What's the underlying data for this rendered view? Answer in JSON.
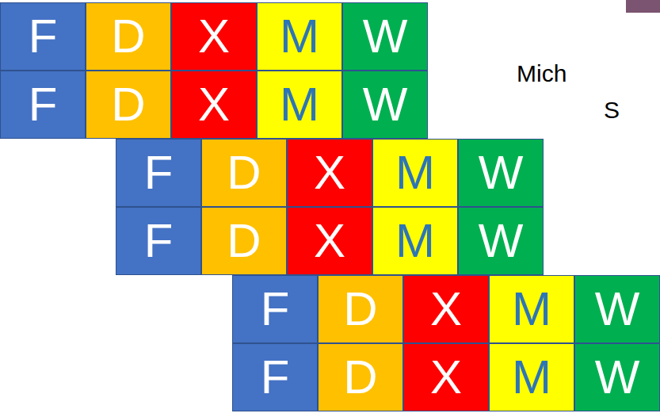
{
  "diagram": {
    "nodes": [
      {
        "text": [
          "F"
        ]
      },
      {
        "text": [
          "D"
        ]
      },
      {
        "text": [
          "X"
        ]
      },
      {
        "text": [
          "M"
        ]
      },
      {
        "text": [
          "W"
        ]
      },
      {
        "text": [
          "F"
        ]
      },
      {
        "text": [
          "D"
        ]
      },
      {
        "text": [
          "X"
        ]
      },
      {
        "text": [
          "M"
        ]
      },
      {
        "text": [
          "W"
        ]
      },
      {
        "text": [
          "F"
        ]
      },
      {
        "text": [
          "D"
        ]
      },
      {
        "text": [
          "X"
        ]
      },
      {
        "text": [
          "M"
        ]
      },
      {
        "text": [
          "W"
        ]
      },
      {
        "text": [
          "F"
        ]
      },
      {
        "text": [
          "D"
        ]
      },
      {
        "text": [
          "X"
        ]
      },
      {
        "text": [
          "M"
        ]
      },
      {
        "text": [
          "W"
        ]
      },
      {
        "text": [
          "F"
        ]
      },
      {
        "text": [
          "D"
        ]
      },
      {
        "text": [
          "X"
        ]
      },
      {
        "text": [
          "M"
        ]
      },
      {
        "text": [
          "W"
        ]
      },
      {
        "text": [
          "F"
        ]
      },
      {
        "text": [
          "D"
        ]
      },
      {
        "text": [
          "X"
        ]
      },
      {
        "text": [
          "M"
        ]
      },
      {
        "text": [
          "W"
        ]
      }
    ],
    "labels": [
      "Mich",
      "S"
    ]
  }
}
